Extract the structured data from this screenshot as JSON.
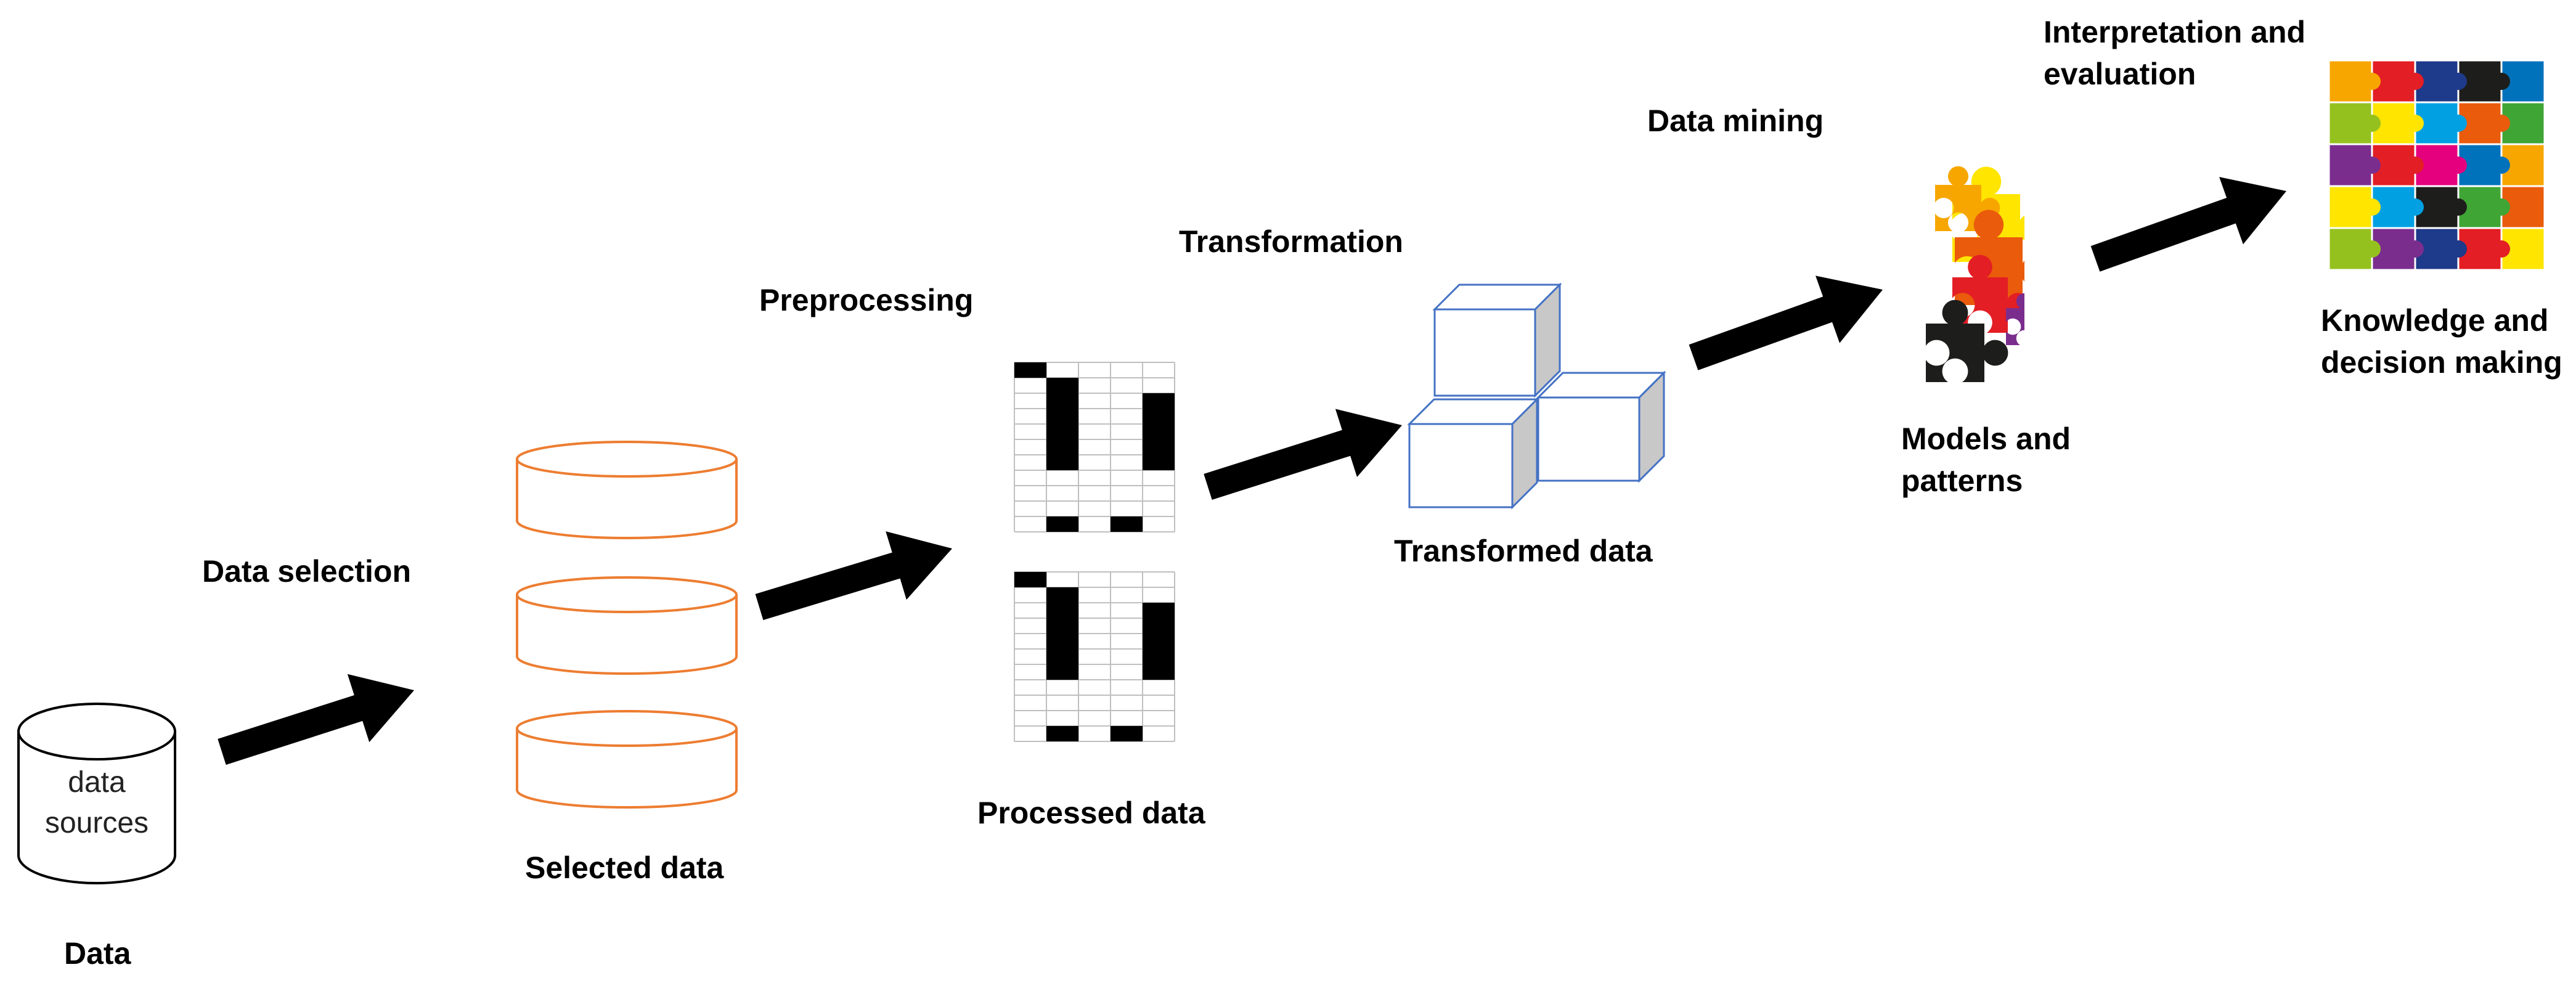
{
  "labels": {
    "data": "Data",
    "data_sources": "data sources",
    "data_selection": "Data selection",
    "selected_data": "Selected data",
    "preprocessing": "Preprocessing",
    "processed_data": "Processed data",
    "transformation": "Transformation",
    "transformed_data": "Transformed data",
    "data_mining": "Data mining",
    "models_patterns": "Models and patterns",
    "interpretation": "Interpretation and evaluation",
    "knowledge": "Knowledge and decision making"
  },
  "colors": {
    "selected_data_db": "#ED7D31",
    "transformed_cubes": "#4472C4",
    "arrow": "#000000",
    "grid_fill": "#000000",
    "grid_line": "#BFBFBF",
    "puzzle": [
      "#E31E24",
      "#F7A600",
      "#FFE500",
      "#3FA535",
      "#0072BC",
      "#7B2D8E",
      "#00A0E3",
      "#EA5B0C",
      "#E5007E",
      "#1D1D1B",
      "#95C11F",
      "#1E3A8A"
    ]
  },
  "icons": {
    "source": "cylinder-database-icon",
    "selected": "stacked-database-icon",
    "processed": "data-grid-icon",
    "transformed": "cube-stack-icon",
    "models": "puzzle-pieces-icon",
    "knowledge": "puzzle-mosaic-icon"
  }
}
